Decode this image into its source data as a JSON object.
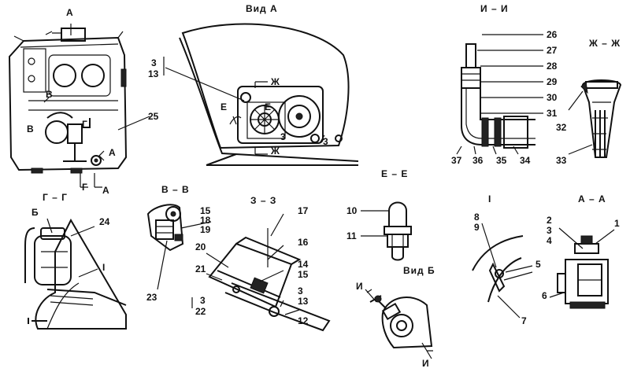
{
  "titles": {
    "view_a": "Вид А",
    "sect_ii": "И – И",
    "sect_zhzh": "Ж – Ж",
    "sect_gg": "Г – Г",
    "sect_vv": "В – В",
    "sect_zz": "З – З",
    "sect_ee": "Е – Е",
    "view_b": "Вид Б",
    "detail_i": "I",
    "sect_aa": "А – А"
  },
  "tank": {
    "a_top": "А",
    "v1": "В",
    "v2": "В",
    "g1": "Г",
    "a_low": "А",
    "g2": "Г",
    "a2": "А",
    "n25": "25"
  },
  "view_a": {
    "n3": "3",
    "n13": "13",
    "zh1": "Ж",
    "e1": "Е",
    "e2": "Е",
    "z1": "3",
    "zh2": "Ж",
    "z2": "3"
  },
  "section_ii": {
    "n26": "26",
    "n27": "27",
    "n28": "28",
    "n29": "29",
    "n30": "30",
    "n31": "31",
    "n37": "37",
    "n36": "36",
    "n35": "35",
    "n34": "34"
  },
  "section_zhzh": {
    "n32": "32",
    "n33": "33"
  },
  "section_gg": {
    "b": "Б",
    "n24": "24",
    "detail": "I"
  },
  "section_vv": {
    "n15": "15",
    "n18": "18",
    "n19": "19",
    "n23": "23"
  },
  "section_zz": {
    "n17": "17",
    "n16": "16",
    "n20": "20",
    "n21": "21",
    "n14": "14",
    "n15": "15",
    "n3": "3",
    "n13": "13",
    "n12": "12",
    "n3b": "3",
    "n22": "22"
  },
  "section_ee": {
    "n10": "10",
    "n11": "11"
  },
  "view_b": {
    "i1": "И",
    "i2": "И"
  },
  "detail_i": {
    "n8": "8",
    "n9": "9",
    "n5": "5",
    "n7": "7"
  },
  "section_aa": {
    "n2": "2",
    "n3": "3",
    "n4": "4",
    "n1": "1",
    "n6": "6"
  }
}
